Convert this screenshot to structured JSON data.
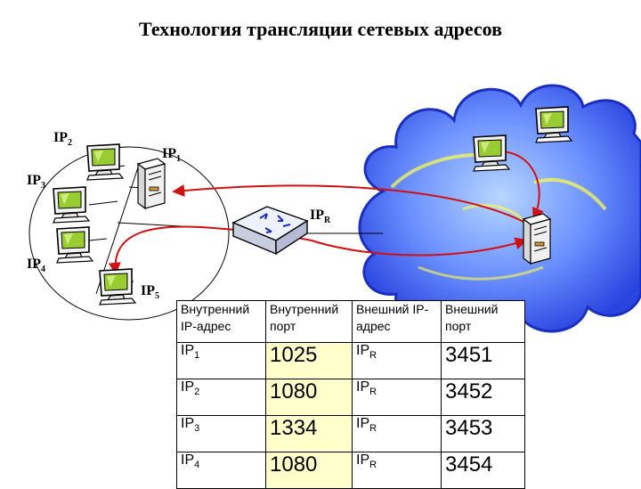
{
  "title": "Технология трансляции сетевых адресов",
  "labels": {
    "ip1": {
      "base": "IP",
      "sub": "1"
    },
    "ip2": {
      "base": "IP",
      "sub": "2"
    },
    "ip3": {
      "base": "IP",
      "sub": "3"
    },
    "ip4": {
      "base": "IP",
      "sub": "4"
    },
    "ip5": {
      "base": "IP",
      "sub": "5"
    },
    "ipr": {
      "base": "IP",
      "sub": "R"
    }
  },
  "table": {
    "headers": [
      "Внутренний IP-адрес",
      "Внутренний порт",
      "Внешний IP-адрес",
      "Внешний порт"
    ],
    "rows": [
      {
        "int_ip": {
          "base": "IP",
          "sub": "1"
        },
        "int_port": "1025",
        "ext_ip": {
          "base": "IP",
          "sub": "R"
        },
        "ext_port": "3451"
      },
      {
        "int_ip": {
          "base": "IP",
          "sub": "2"
        },
        "int_port": "1080",
        "ext_ip": {
          "base": "IP",
          "sub": "R"
        },
        "ext_port": "3452"
      },
      {
        "int_ip": {
          "base": "IP",
          "sub": "3"
        },
        "int_port": "1334",
        "ext_ip": {
          "base": "IP",
          "sub": "R"
        },
        "ext_port": "3453"
      },
      {
        "int_ip": {
          "base": "IP",
          "sub": "4"
        },
        "int_port": "1080",
        "ext_ip": {
          "base": "IP",
          "sub": "R"
        },
        "ext_port": "3454"
      }
    ]
  },
  "colors": {
    "cloud": "#3355ee",
    "arrow": "#d11111",
    "monitor_screen": "#99cc33",
    "cloud_swirl": "#ffff44"
  }
}
